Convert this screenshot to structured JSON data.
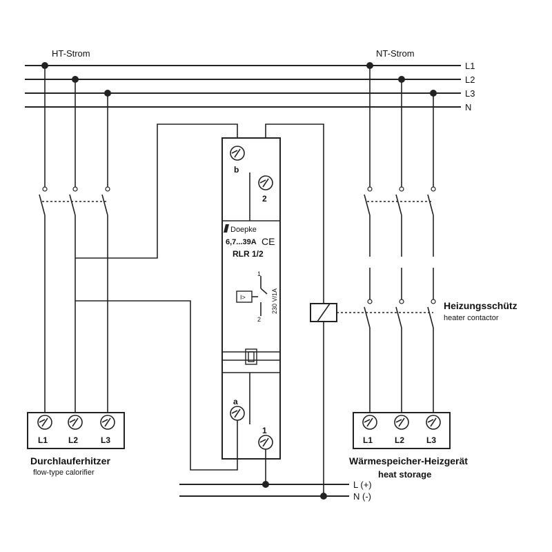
{
  "supply": {
    "ht_label": "HT-Strom",
    "nt_label": "NT-Strom",
    "lines": [
      "L1",
      "L2",
      "L3",
      "N"
    ]
  },
  "relay": {
    "brand": "Doepke",
    "rating": "6,7...39A",
    "ce": "CE",
    "model": "RLR 1/2",
    "contact_rating": "230 V/1A",
    "symbol": "I>",
    "contact_top": "1",
    "contact_bottom": "2",
    "terminal_b": "b",
    "terminal_2": "2",
    "terminal_a": "a",
    "terminal_1": "1"
  },
  "contactor": {
    "title": "Heizungsschütz",
    "subtitle": "heater contactor"
  },
  "load_left": {
    "terminals": [
      "L1",
      "L2",
      "L3"
    ],
    "title": "Durchlauferhitzer",
    "subtitle": "flow-type calorifier"
  },
  "load_right": {
    "terminals": [
      "L1",
      "L2",
      "L3"
    ],
    "title": "Wärmespeicher-Heizgerät",
    "subtitle": "heat storage"
  },
  "control": {
    "l_label": "L (+)",
    "n_label": "N (-)"
  }
}
